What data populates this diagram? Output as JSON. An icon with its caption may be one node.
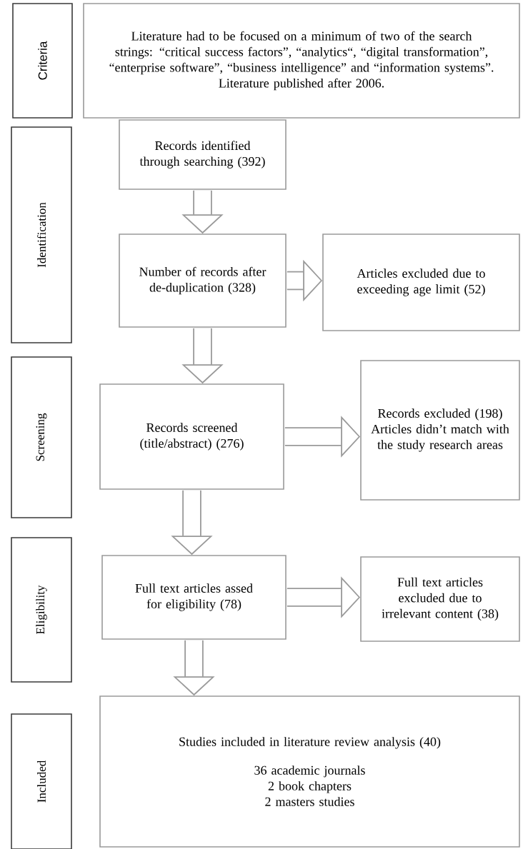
{
  "diagram": {
    "nodes": [
      {
        "text": [
          "Criteria"
        ]
      },
      {
        "text": [
          "Literature had to be focused on a minimum of two of the search strings: “critical success factors”, “analytics“, “digital transformation”, “enterprise software”, “business intelligence” and “information systems”.",
          "Literature published after 2006."
        ]
      },
      {
        "text": [
          "Identification"
        ]
      },
      {
        "text": [
          "Records identified through searching (392)"
        ]
      },
      {
        "text": [
          "Number of records after de-duplication (328)"
        ]
      },
      {
        "text": [
          "Articles excluded due to exceeding age limit (52)"
        ]
      },
      {
        "text": [
          "Screening"
        ]
      },
      {
        "text": [
          "Records screened (title/abstract) (276)"
        ]
      },
      {
        "text": [
          "Records excluded (198)",
          "Articles didn’t match with the study research areas"
        ]
      },
      {
        "text": [
          "Eligibility"
        ]
      },
      {
        "text": [
          "Full text articles assed for eligibility (78)"
        ]
      },
      {
        "text": [
          "Full text articles excluded due to irrelevant content (38)"
        ]
      },
      {
        "text": [
          "Included"
        ]
      },
      {
        "text": [
          "Studies included in literature review analysis  (40)",
          "36 academic journals",
          "2 book chapters",
          "2 masters studies"
        ]
      }
    ],
    "edges": [
      {
        "from": 3,
        "to": 4,
        "arrow": "to"
      },
      {
        "from": 4,
        "to": 5,
        "arrow": "to"
      },
      {
        "from": 4,
        "to": 7,
        "arrow": "to"
      },
      {
        "from": 7,
        "to": 8,
        "arrow": "to"
      },
      {
        "from": 7,
        "to": 10,
        "arrow": "to"
      },
      {
        "from": 10,
        "to": 11,
        "arrow": "to"
      },
      {
        "from": 10,
        "to": 13,
        "arrow": "to"
      }
    ]
  }
}
